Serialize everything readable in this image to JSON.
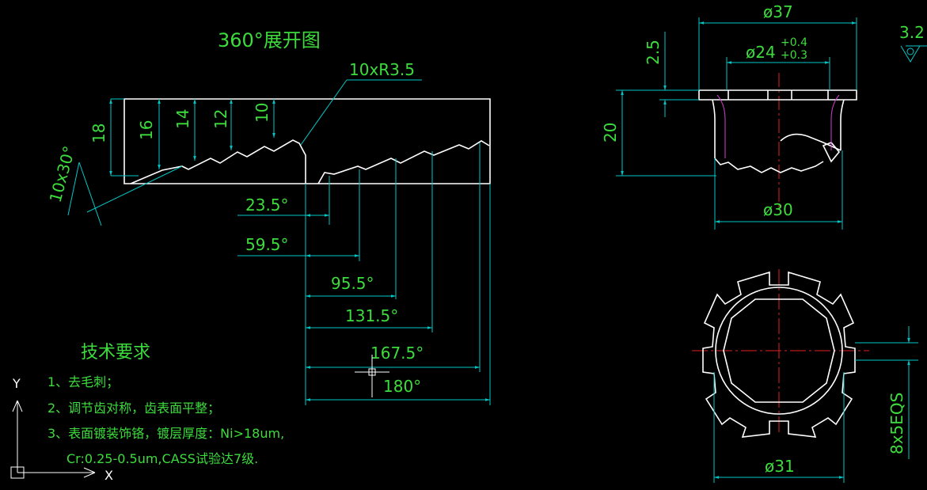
{
  "colors": {
    "background": "#000000",
    "text": "#3ddc3d",
    "dimension": "#00c8c8",
    "object": "#ffffff",
    "centerline": "#e02020",
    "accent": "#d040d0"
  },
  "development_view": {
    "title": "360°展开图",
    "leader_note": "10xR3.5",
    "chamfer_note": "10x30°",
    "heights": [
      "18",
      "16",
      "14",
      "12",
      "10"
    ],
    "angles": [
      "23.5°",
      "59.5°",
      "95.5°",
      "131.5°",
      "167.5°",
      "180°"
    ]
  },
  "section_view": {
    "outer_diameter": "ø37",
    "inner_diameter": "ø24",
    "tol_upper": "+0.4",
    "tol_lower": "+0.3",
    "flange_thickness": "2.5",
    "height": "20",
    "bottom_diameter": "ø30",
    "roughness": "3.2"
  },
  "top_view": {
    "diameter": "ø31",
    "slots_note": "8x5EQS"
  },
  "requirements": {
    "heading": "技术要求",
    "items": [
      "1、去毛刺；",
      "2、调节齿对称，齿表面平整；",
      "3、表面镀装饰铬，镀层厚度：Ni>18um,",
      "Cr:0.25-0.5um,CASS试验达7级."
    ]
  },
  "ucs": {
    "x_label": "X",
    "y_label": "Y"
  }
}
